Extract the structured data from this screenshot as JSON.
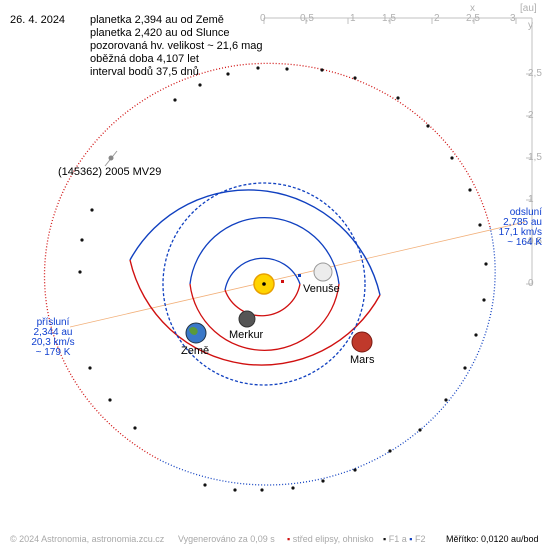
{
  "header": {
    "date": "26. 4. 2024",
    "info_lines": [
      "planetka 2,394 au od Země",
      "planetka 2,420 au od Slunce",
      "pozorovaná hv. velikost ~ 21,6 mag",
      "oběžná doba 4,107 let",
      "interval bodů 37,5 dnů"
    ]
  },
  "axes": {
    "top_ticks": [
      "0",
      "0,5",
      "1",
      "1,5",
      "2",
      "2,5",
      "3"
    ],
    "top_unit": "[au]",
    "top_axis_letter": "x",
    "right_ticks": [
      "2,5",
      "2",
      "1,5",
      "1",
      "0,5",
      "0"
    ],
    "right_axis_letter": "y"
  },
  "labels": {
    "asteroid": "(145362) 2005 MV29",
    "venus": "Venuše",
    "mercury": "Merkur",
    "earth": "Země",
    "mars": "Mars"
  },
  "aphelion": [
    "odsluní",
    "2,785 au",
    "17,1 km/s",
    "~ 164 K"
  ],
  "perihelion": [
    "přísluní",
    "2,344 au",
    "20,3 km/s",
    "~ 179 K"
  ],
  "footer": {
    "copyright": "© 2024 Astronomia, astronomia.zcu.cz",
    "generated": "Vygenerováno za 0,09 s",
    "legend_center": "střed elipsy, ohnisko",
    "legend_f1": "F1 a",
    "legend_f2": "F2",
    "scale_label": "Měřítko: 0,0120 au/bod"
  },
  "colors": {
    "orbit_above": "#d01010",
    "orbit_below": "#1040c0",
    "apsides_line": "#f0a060",
    "sun": "#ffd400",
    "mars": "#c0392b",
    "grid_text": "#b0b0b0"
  }
}
